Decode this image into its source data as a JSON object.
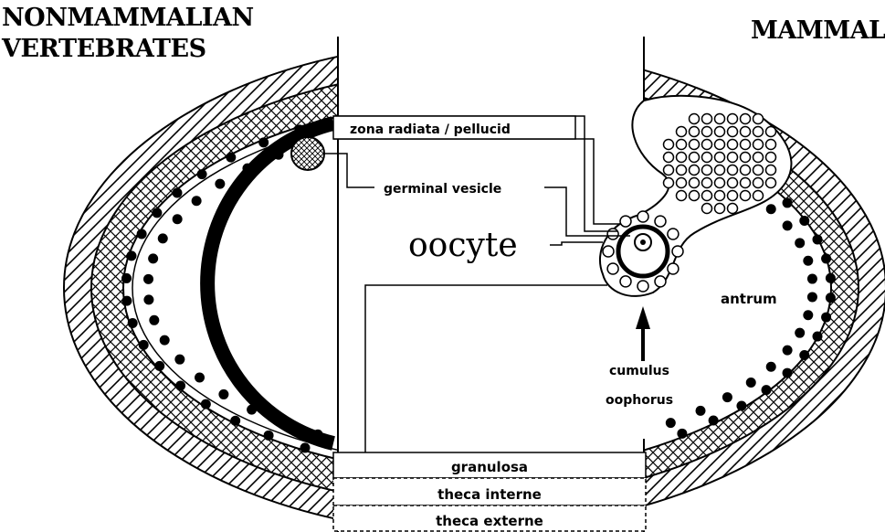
{
  "titles": {
    "left_line1": "NONMAMMALIAN",
    "left_line2": "VERTEBRATES",
    "right": "MAMMALS"
  },
  "labels": {
    "zona": "zona radiata / pellucid",
    "germinal": "germinal vesicle",
    "oocyte": "oocyte",
    "antrum": "antrum",
    "cumulus_line1": "cumulus",
    "cumulus_line2": "oophorus",
    "granulosa": "granulosa",
    "theca_interne": "theca interne",
    "theca_externe": "theca externe"
  }
}
